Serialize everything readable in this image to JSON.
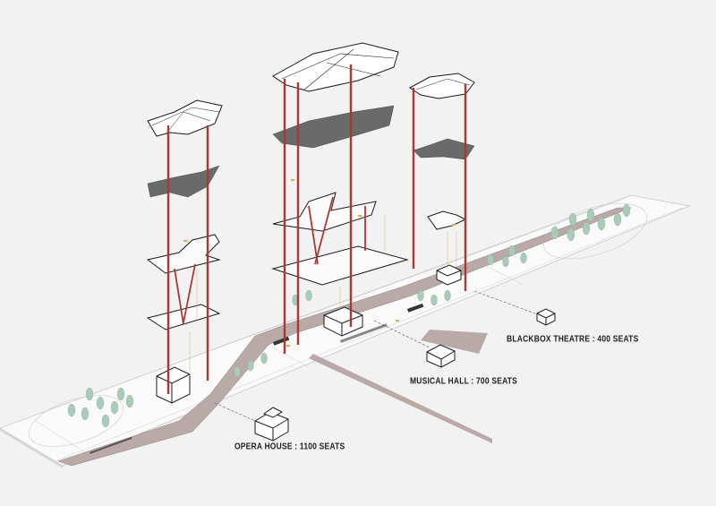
{
  "diagram": {
    "labels": {
      "opera_house": "OPERA HOUSE : 1100 SEATS",
      "musical_hall": "MUSICAL HALL : 700 SEATS",
      "blackbox_theatre": "BLACKBOX THEATRE : 400 SEATS"
    },
    "colors": {
      "background": "#f2f2f2",
      "column": "#a83a32",
      "path": "#b9aaa8",
      "tree": "#a9cbb8",
      "outline": "#1a1a1a",
      "ground": "#fafafa",
      "accent": "#e3a83a"
    }
  }
}
